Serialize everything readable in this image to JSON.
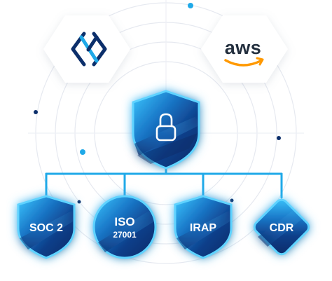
{
  "logos": {
    "left": {
      "name": "Teleport logo",
      "icon": "teleport-logo-icon"
    },
    "right": {
      "name": "aws",
      "text": "aws",
      "icon": "aws-smile-icon"
    }
  },
  "center": {
    "icon": "lock-icon"
  },
  "badges": [
    {
      "id": "soc2",
      "line1": "SOC 2",
      "line2": "",
      "shape": "shield"
    },
    {
      "id": "iso",
      "line1": "ISO",
      "line2": "27001",
      "shape": "circle"
    },
    {
      "id": "irap",
      "line1": "IRAP",
      "line2": "",
      "shape": "shield"
    },
    {
      "id": "cdr",
      "line1": "CDR",
      "line2": "",
      "shape": "diamond"
    }
  ],
  "colors": {
    "accent": "#1fa9e8",
    "glow": "#5fd3ff",
    "navy": "#0c2f6b",
    "ring": "#e6e9f0",
    "aws_orange": "#ff9900"
  }
}
